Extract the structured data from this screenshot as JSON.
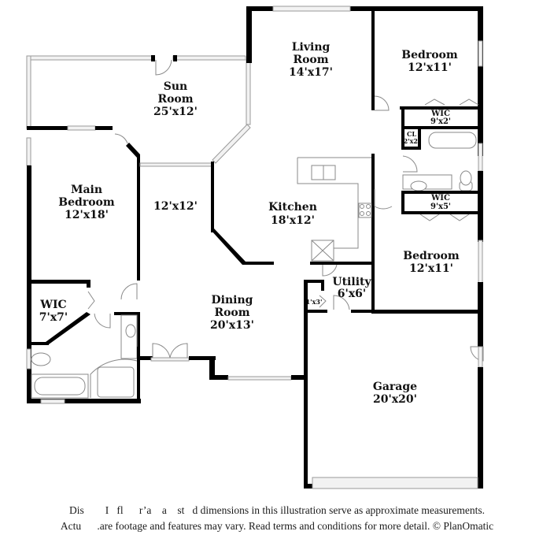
{
  "floorplan": {
    "rooms": [
      {
        "id": "living-room",
        "name_line1": "Living",
        "name_line2": "Room",
        "dims": "14'x17'"
      },
      {
        "id": "bedroom-2",
        "name_line1": "Bedroom",
        "dims": "12'x11'"
      },
      {
        "id": "wic-bed2",
        "name_line1": "WIC",
        "dims": "9'x2'"
      },
      {
        "id": "closet",
        "name_line1": "CL",
        "dims": "2'x2'"
      },
      {
        "id": "sun-room",
        "name_line1": "Sun",
        "name_line2": "Room",
        "dims": "25'x12'"
      },
      {
        "id": "main-bedroom",
        "name_line1": "Main",
        "name_line2": "Bedroom",
        "dims": "12'x18'"
      },
      {
        "id": "flex-room",
        "dims": "12'x12'"
      },
      {
        "id": "kitchen",
        "name_line1": "Kitchen",
        "dims": "18'x12'"
      },
      {
        "id": "wic-bed3",
        "name_line1": "WIC",
        "dims": "9'x5'"
      },
      {
        "id": "bedroom-3",
        "name_line1": "Bedroom",
        "dims": "12'x11'"
      },
      {
        "id": "utility",
        "name_line1": "Utility",
        "dims": "6'x6'"
      },
      {
        "id": "utility-closet",
        "dims": "1'x3'"
      },
      {
        "id": "main-wic",
        "name_line1": "WIC",
        "dims": "7'x7'"
      },
      {
        "id": "dining-room",
        "name_line1": "Dining",
        "name_line2": "Room",
        "dims": "20'x13'"
      },
      {
        "id": "garage",
        "name_line1": "Garage",
        "dims": "20'x20'"
      }
    ]
  },
  "disclaimer": {
    "line1": "Dis        I   fl      r’a    a    st   d dimensions in this illustration serve as approximate measurements.",
    "line2": "Actu      .are footage and features may vary. Read terms and conditions for more detail. © PlanOmatic"
  }
}
